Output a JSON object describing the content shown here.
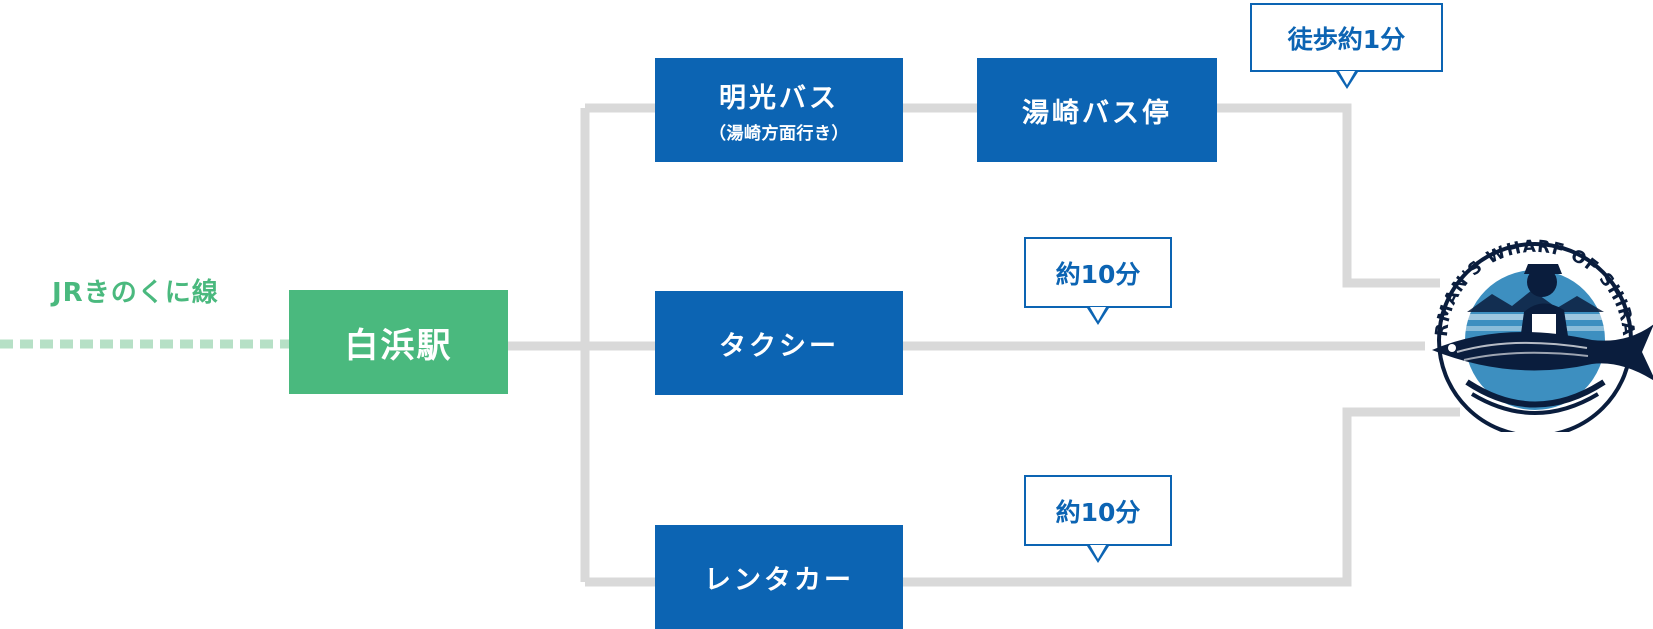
{
  "rail": {
    "line_name": "JRきのくに線",
    "station": "白浜駅"
  },
  "routes": [
    {
      "id": "bus",
      "label": "明光バス",
      "sub": "（湯崎方面行き）"
    },
    {
      "id": "taxi",
      "label": "タクシー"
    },
    {
      "id": "rental",
      "label": "レンタカー"
    }
  ],
  "bus_stop": {
    "label": "湯崎バス停"
  },
  "callouts": {
    "walk": "徒歩約1分",
    "taxi_time": "約10分",
    "rental_time": "約10分"
  },
  "destination": {
    "logo_text": "FISHERMAN'S WHARF OF SHIRAHAMA"
  },
  "colors": {
    "green": "#4ab97e",
    "blue": "#0c64b3",
    "connector": "#d9d9d9",
    "dashed_rail": "#b6e0c6",
    "logo_navy": "#0a1d3d",
    "logo_sea": "#3d8fc0"
  }
}
